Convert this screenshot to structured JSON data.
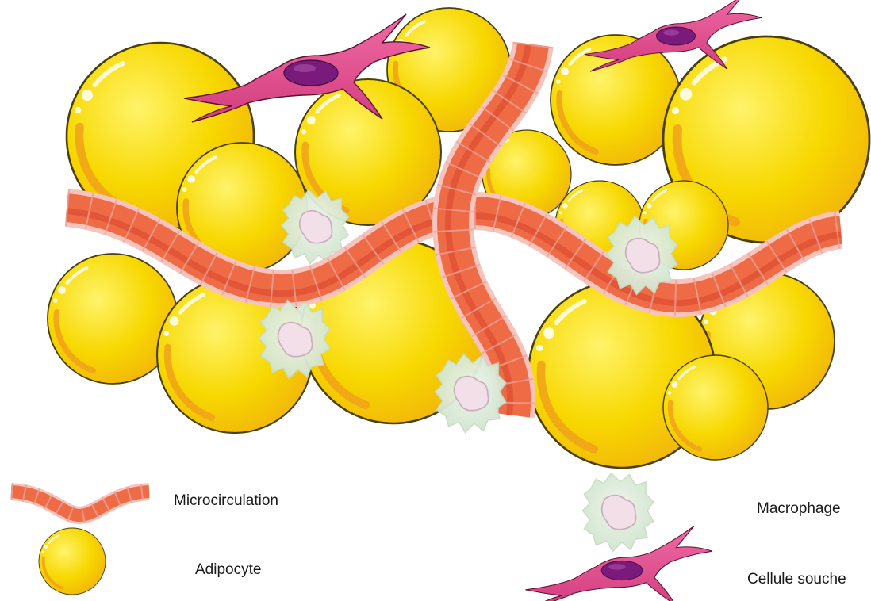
{
  "legend": {
    "microcirculation": "Microcirculation",
    "adipocyte": "Adipocyte",
    "macrophage": "Macrophage",
    "stem_cell": "Cellule souche"
  },
  "colors": {
    "adipocyte_fill": "#f7d800",
    "adipocyte_shade": "#f0a11a",
    "adipocyte_outline": "#4a3f10",
    "vessel_fill": "#ee6b45",
    "vessel_shade": "#d9452c",
    "vessel_wall": "#f6c3bd",
    "stem_cell_fill": "#e44d8f",
    "stem_cell_nucleus": "#7a1b7c",
    "macrophage_fill": "#dfeedd",
    "macrophage_nucleus": "#f2dfe8"
  }
}
